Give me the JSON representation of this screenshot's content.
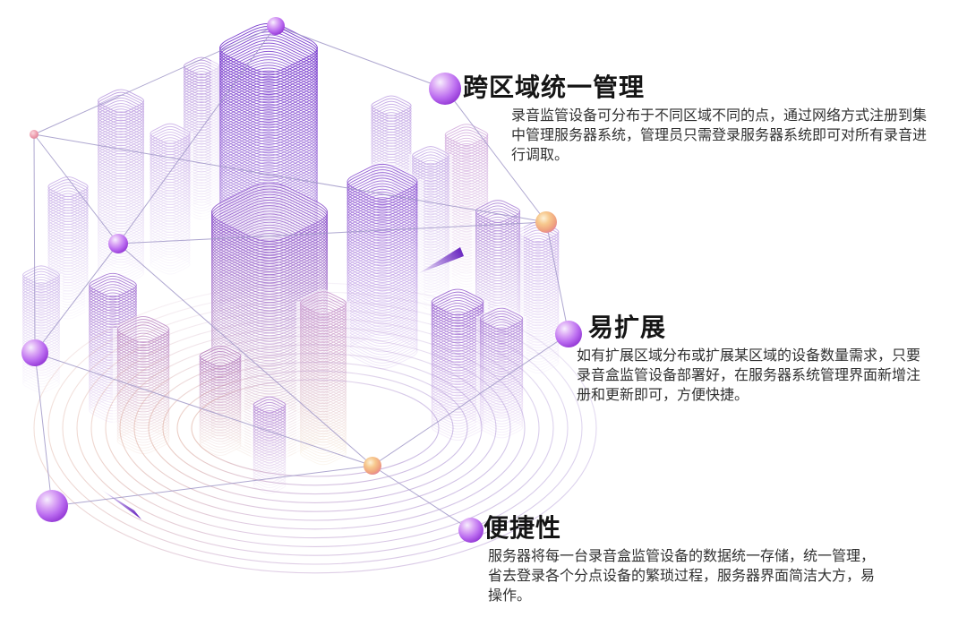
{
  "page": {
    "background": "#ffffff",
    "description": "wireframe-city-feature-infographic"
  },
  "features": [
    {
      "title": "跨区域统一管理",
      "description": "录音监管设备可分布于不同区域不同的点，通过网络方式注册到集中管理服务器系统，管理员只需登录服务器系统即可对所有录音进行调取。"
    },
    {
      "title": "易扩展",
      "description": "如有扩展区域分布或扩展某区域的设备数量需求，只要录音盒监管设备部署好，在服务器系统管理界面新增注册和更新即可，方便快捷。"
    },
    {
      "title": "便捷性",
      "description": "服务器将每一台录音盒监管设备的数据统一存储，统一管理，省去登录各个分点设备的繁琐过程，服务器界面简洁大方，易操作。"
    }
  ],
  "colors": {
    "accent_purple": "#8a2ccf",
    "sphere_orange": "#f0a868",
    "node_pink": "#ee9fb0",
    "network_line": "#a198c8",
    "title_text": "#151515",
    "body_text": "#303030"
  }
}
